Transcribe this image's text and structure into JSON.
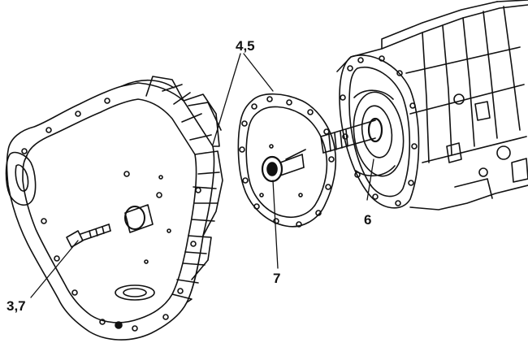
{
  "diagram": {
    "callouts": {
      "gasket": "4,5",
      "front_seal": "6",
      "input_shaft_seal": "7",
      "bellhousing_bolt": "3,7"
    },
    "colors": {
      "ink": "#111111",
      "paper": "#ffffff"
    }
  }
}
